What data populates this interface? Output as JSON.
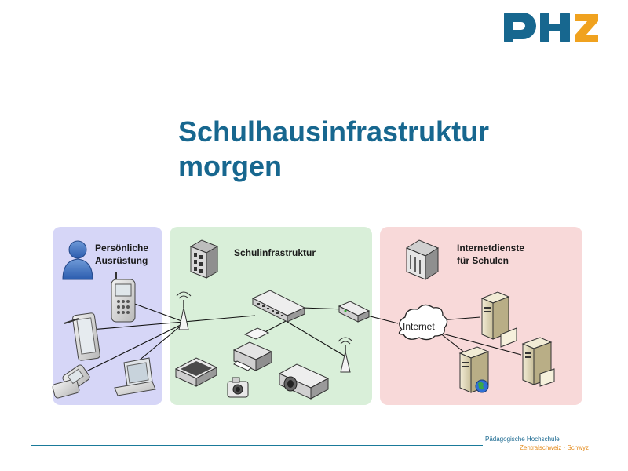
{
  "title": {
    "line1": "Schulhausinfrastruktur",
    "line2": "morgen"
  },
  "logo": {
    "text": "PHZ",
    "colors": {
      "blue": "#17678f",
      "orange": "#f0a21f"
    }
  },
  "diagram": {
    "personal": {
      "label_line1": "Persönliche",
      "label_line2": "Ausrüstung",
      "background": "#d6d6f7",
      "icons": [
        "user-icon",
        "mobile-phone-icon",
        "tablet-icon",
        "flip-phone-icon",
        "laptop-icon"
      ]
    },
    "school": {
      "label": "Schulinfrastruktur",
      "background": "#d9efd9",
      "icons": [
        "building-icon",
        "wifi-access-point-icon",
        "network-switch-icon",
        "router-icon",
        "printer-icon",
        "scanner-icon",
        "camera-icon",
        "projector-icon"
      ]
    },
    "internet_services": {
      "label_line1": "Internetdienste",
      "label_line2": "für Schulen",
      "background": "#f8d9d9",
      "internet_label": "Internet",
      "icons": [
        "institution-icon",
        "cloud-icon",
        "server-icon",
        "web-server-icon"
      ]
    }
  },
  "footer": {
    "line1": "Pädagogische Hochschule",
    "line2": "Zentralschweiz · Schwyz"
  }
}
